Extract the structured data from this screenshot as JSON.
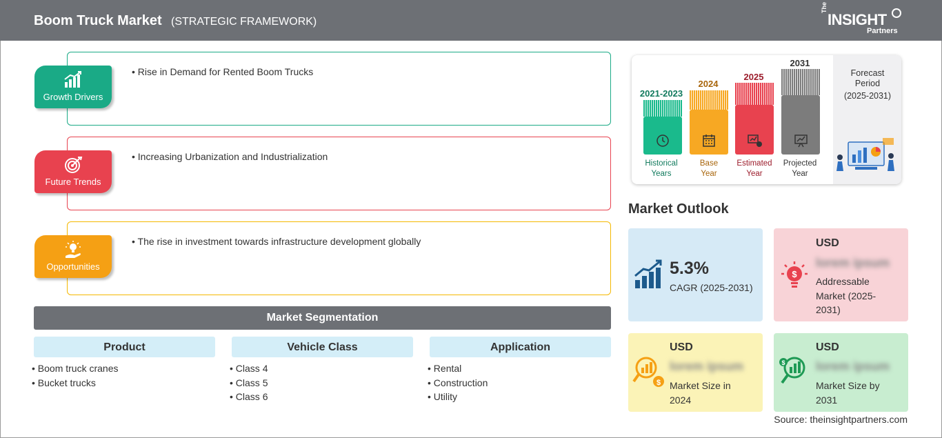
{
  "header": {
    "title": "Boom Truck Market",
    "subtitle": "(STRATEGIC FRAMEWORK)",
    "logo": {
      "the": "The",
      "insight": "INSIGHT",
      "partners": "Partners"
    }
  },
  "framework": [
    {
      "label": "Growth Drivers",
      "bullet": "• Rise in Demand for Rented Boom Trucks",
      "color": "#1aaa86",
      "icon": "growth-chart-icon"
    },
    {
      "label": "Future Trends",
      "bullet": "• Increasing Urbanization and Industrialization",
      "color": "#e8424f",
      "icon": "target-icon"
    },
    {
      "label": "Opportunities",
      "bullet": "• The rise in investment towards infrastructure development globally",
      "color": "#f5a014",
      "icon": "idea-hand-icon"
    }
  ],
  "segmentation": {
    "title": "Market Segmentation",
    "columns": [
      {
        "heading": "Product",
        "items": [
          "• Boom truck cranes",
          "• Bucket trucks"
        ]
      },
      {
        "heading": "Vehicle Class",
        "items": [
          "• Class 4",
          "• Class 5",
          "• Class 6"
        ]
      },
      {
        "heading": "Application",
        "items": [
          "• Rental",
          "• Construction",
          "• Utility"
        ]
      }
    ]
  },
  "timeline": {
    "periods": [
      {
        "year": "2021-2023",
        "line1": "Historical",
        "line2": "Years",
        "color": "#1aba8c",
        "label_color": "#117a5d"
      },
      {
        "year": "2024",
        "line1": "Base",
        "line2": "Year",
        "color": "#f7a823",
        "label_color": "#a8650b"
      },
      {
        "year": "2025",
        "line1": "Estimated",
        "line2": "Year",
        "color": "#e8424f",
        "label_color": "#9c1d2c"
      },
      {
        "year": "2031",
        "line1": "Projected",
        "line2": "Year",
        "color": "#7c7c7c",
        "label_color": "#333333"
      }
    ],
    "forecast": {
      "line1": "Forecast",
      "line2": "Period",
      "line3": "(2025-2031)"
    }
  },
  "outlook": {
    "title": "Market Outlook",
    "cagr": {
      "value": "5.3%",
      "label": "CAGR (2025-2031)",
      "color": "#d6eaf6"
    },
    "addressable": {
      "usd": "USD",
      "value": "lorem ipsum",
      "line1": "Addressable",
      "line2": "Market (2025-",
      "line3": "2031)",
      "color": "#f8d3d7"
    },
    "size2024": {
      "usd": "USD",
      "value": "lorem ipsum",
      "line1": "Market Size in",
      "line2": "2024",
      "color": "#fbf3b7"
    },
    "size2031": {
      "usd": "USD",
      "value": "lorem ipsum",
      "line1": "Market Size by",
      "line2": "2031",
      "color": "#c8edd0"
    }
  },
  "source": "Source: theinsightpartners.com"
}
